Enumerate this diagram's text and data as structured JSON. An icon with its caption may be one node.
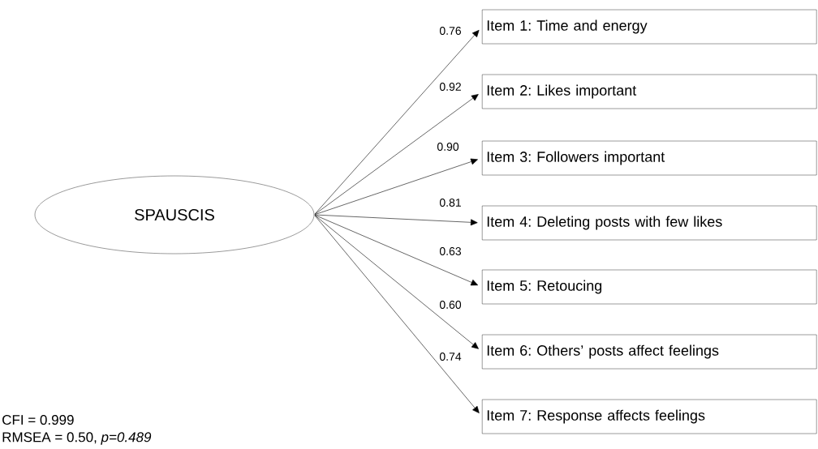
{
  "diagram": {
    "nodes": [
      {
        "text": [
          "SPAUSCIS"
        ]
      },
      {
        "text": [
          "Item 1: Time and energy"
        ]
      },
      {
        "text": [
          "Item 2: Likes important"
        ]
      },
      {
        "text": [
          "Item 3: Followers important"
        ]
      },
      {
        "text": [
          "Item 4: Deleting posts with few likes"
        ]
      },
      {
        "text": [
          "Item 5: Retoucing"
        ]
      },
      {
        "text": [
          "Item 6: Others’ posts affect feelings"
        ]
      },
      {
        "text": [
          "Item 7: Response affects feelings"
        ]
      }
    ],
    "edges": [
      {
        "from": 0,
        "to": 1,
        "arrow": "to",
        "label": "0.76"
      },
      {
        "from": 0,
        "to": 2,
        "arrow": "to",
        "label": "0.92"
      },
      {
        "from": 0,
        "to": 3,
        "arrow": "to",
        "label": "0.90"
      },
      {
        "from": 0,
        "to": 4,
        "arrow": "to",
        "label": "0.81"
      },
      {
        "from": 0,
        "to": 5,
        "arrow": "to",
        "label": "0.63"
      },
      {
        "from": 0,
        "to": 6,
        "arrow": "to",
        "label": "0.60"
      },
      {
        "from": 0,
        "to": 7,
        "arrow": "to",
        "label": "0.74"
      }
    ],
    "labels": [
      "CFI = 0.999",
      "RMSEA = 0.50, *p=0.489*"
    ]
  }
}
